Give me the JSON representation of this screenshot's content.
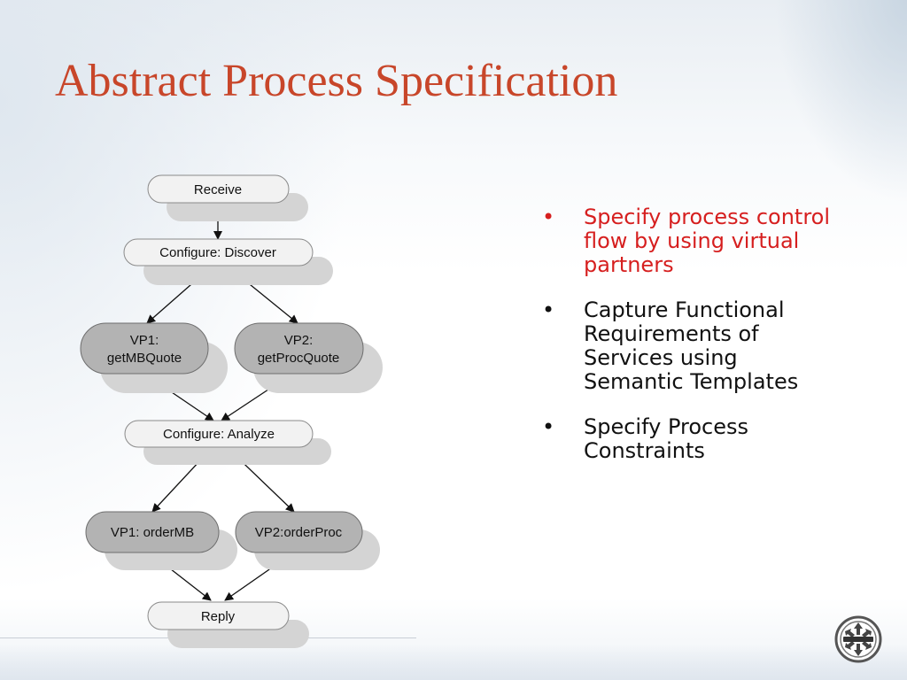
{
  "slide": {
    "title": "Abstract Process Specification"
  },
  "diagram": {
    "nodes": [
      {
        "id": "receive",
        "label": [
          "Receive"
        ]
      },
      {
        "id": "configure-discover",
        "label": [
          "Configure: Discover"
        ]
      },
      {
        "id": "vp1-getmbquote",
        "label": [
          "VP1:",
          "getMBQuote"
        ]
      },
      {
        "id": "vp2-getprocquote",
        "label": [
          "VP2:",
          "getProcQuote"
        ]
      },
      {
        "id": "configure-analyze",
        "label": [
          "Configure: Analyze"
        ]
      },
      {
        "id": "vp1-ordermb",
        "label": [
          "VP1: orderMB"
        ]
      },
      {
        "id": "vp2-orderproc",
        "label": [
          "VP2:orderProc"
        ]
      },
      {
        "id": "reply",
        "label": [
          "Reply"
        ]
      }
    ],
    "edges": [
      [
        "receive",
        "configure-discover"
      ],
      [
        "configure-discover",
        "vp1-getmbquote"
      ],
      [
        "configure-discover",
        "vp2-getprocquote"
      ],
      [
        "vp1-getmbquote",
        "configure-analyze"
      ],
      [
        "vp2-getprocquote",
        "configure-analyze"
      ],
      [
        "configure-analyze",
        "vp1-ordermb"
      ],
      [
        "configure-analyze",
        "vp2-orderproc"
      ],
      [
        "vp1-ordermb",
        "reply"
      ],
      [
        "vp2-orderproc",
        "reply"
      ]
    ]
  },
  "bullets": {
    "symbol": "•",
    "items": [
      {
        "text": "Specify process control flow by using virtual partners",
        "highlight": true
      },
      {
        "text": "Capture Functional Requirements of Services using Semantic Templates",
        "highlight": false
      },
      {
        "text": "Specify Process Constraints",
        "highlight": false
      }
    ]
  },
  "colors": {
    "title": "#c8462a",
    "highlight_bullet": "#d61f1f",
    "node_light": "#f2f2f2",
    "node_dark": "#b3b3b3"
  }
}
